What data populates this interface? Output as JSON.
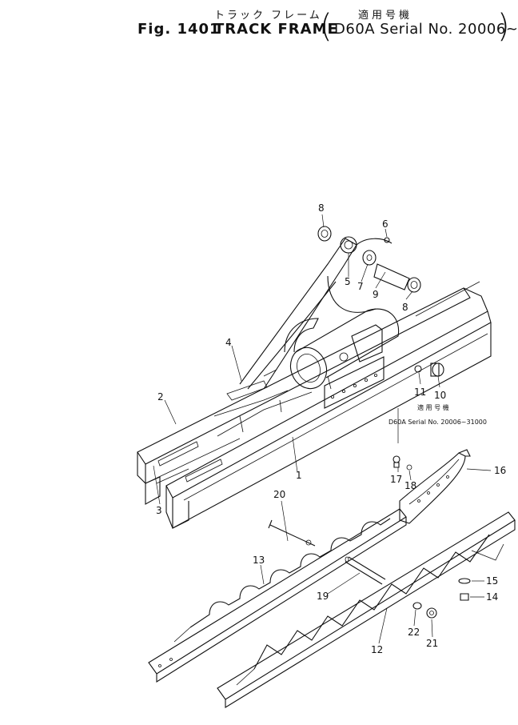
{
  "header": {
    "japanese_title": "トラック フレーム",
    "figure": "Fig. 1401",
    "title": "TRACK FRAME",
    "applicability_japanese": "適用号機",
    "serial": "D60A Serial No. 20006~"
  },
  "callouts": [
    "1",
    "2",
    "3",
    "4",
    "5",
    "6",
    "7",
    "8",
    "8",
    "9",
    "10",
    "11",
    "12",
    "13",
    "14",
    "15",
    "16",
    "17",
    "18",
    "19",
    "20",
    "21",
    "22"
  ],
  "note": {
    "japanese": "適 用 号 機",
    "serial_range": "D60A Serial No. 20006~31000"
  }
}
